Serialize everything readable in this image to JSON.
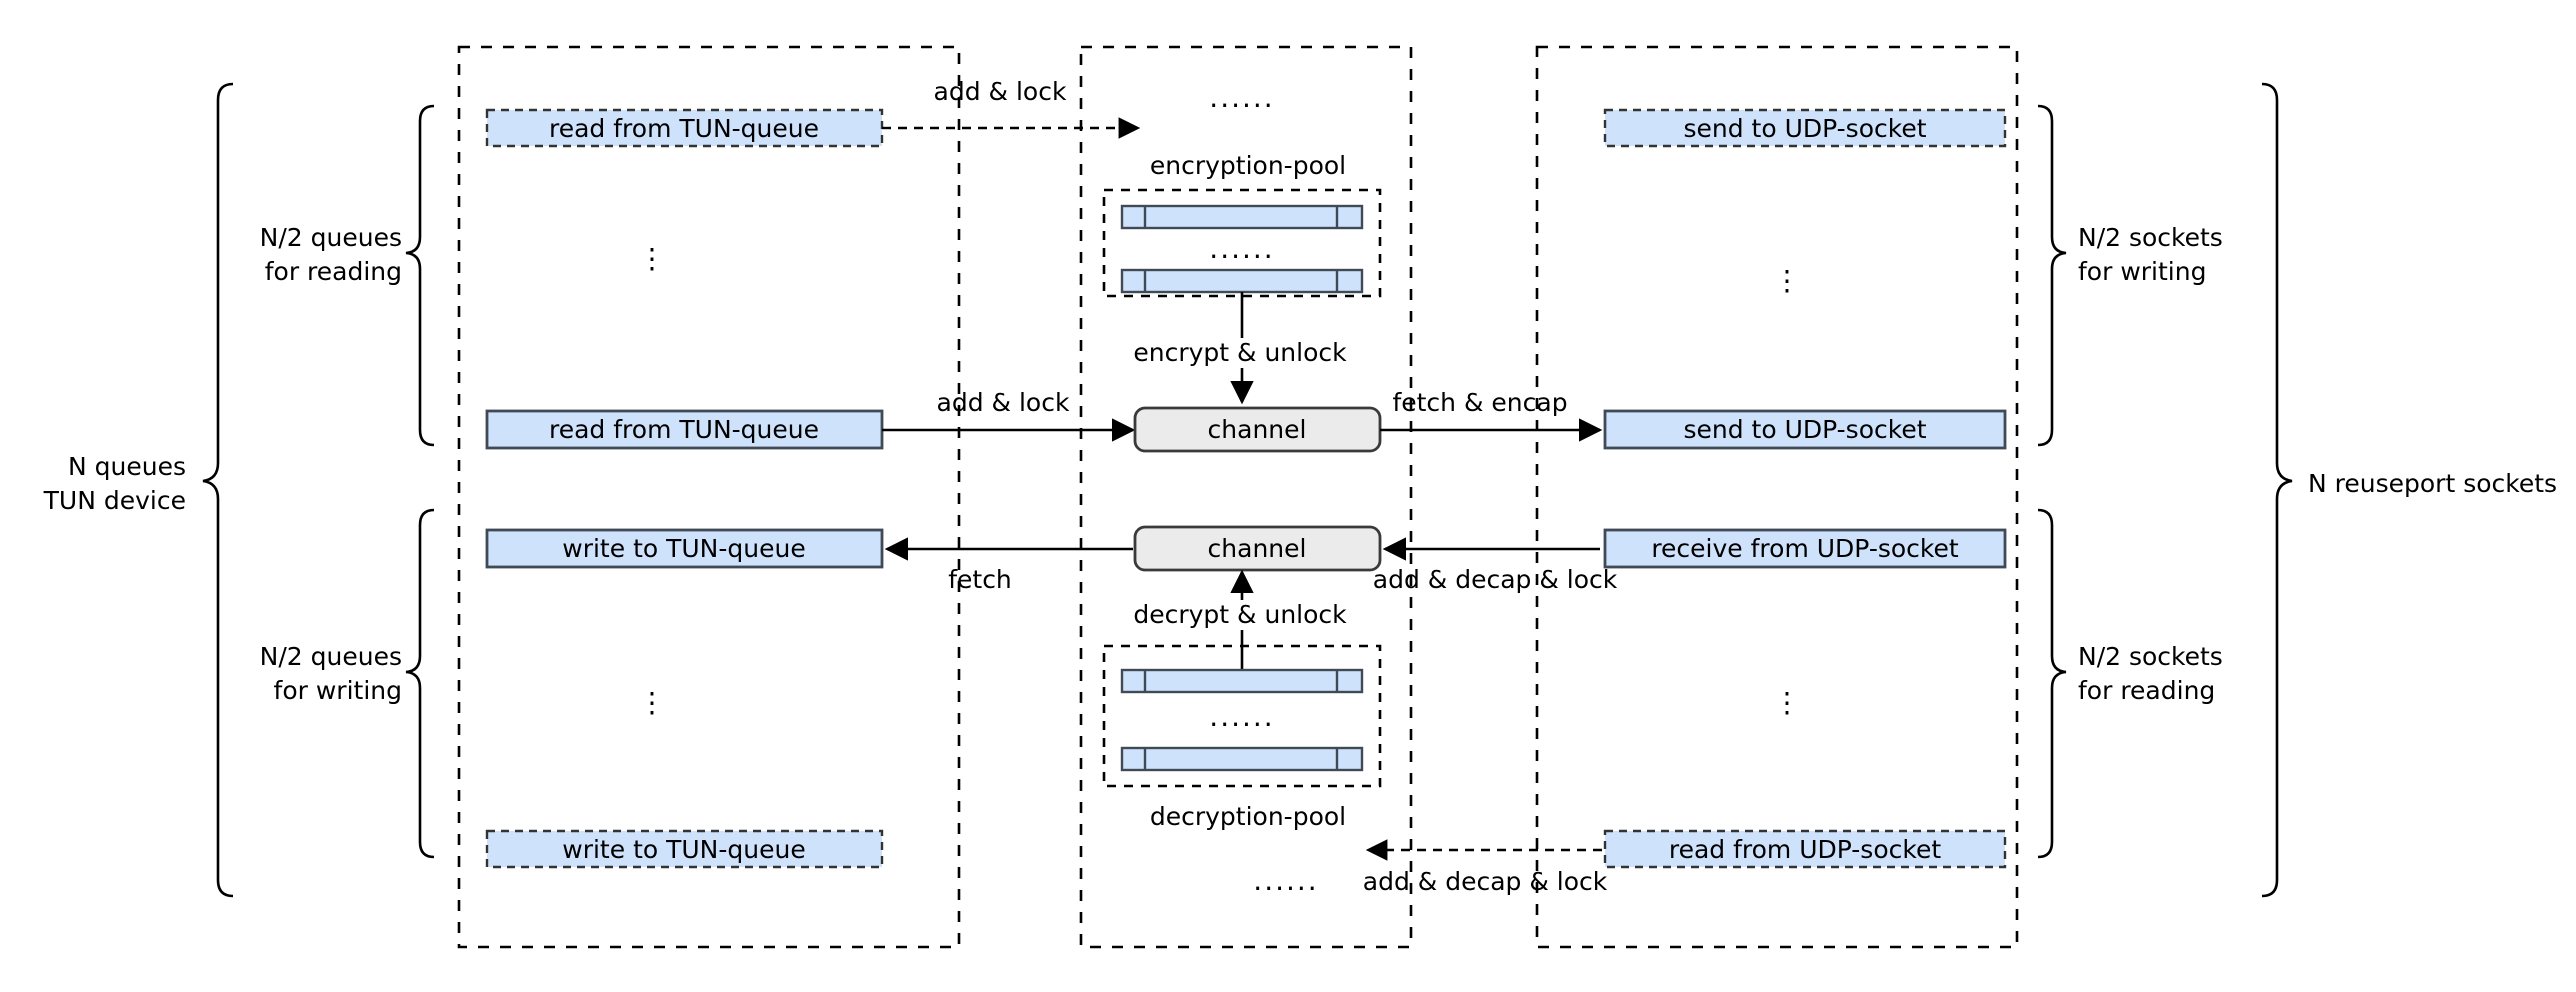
{
  "diagram": {
    "title": "TUN device / reuseport socket multi-queue encryption pipeline",
    "colors": {
      "box_fill": "#cfe2fb",
      "box_stroke": "#3f4a56",
      "channel_fill": "#ebebeb",
      "channel_stroke": "#3a3a3a",
      "line": "#000000",
      "background": "#ffffff"
    },
    "left_bracket": {
      "label_line1": "N queues",
      "label_line2": "TUN device"
    },
    "right_bracket": {
      "label": "N reuseport sockets"
    },
    "sub_brackets": [
      {
        "name": "queues-reading",
        "line1": "N/2 queues",
        "line2": "for reading"
      },
      {
        "name": "queues-writing",
        "line1": "N/2 queues",
        "line2": "for writing"
      },
      {
        "name": "sockets-writing",
        "line1": "N/2 sockets",
        "line2": "for writing"
      },
      {
        "name": "sockets-reading",
        "line1": "N/2 sockets",
        "line2": "for reading"
      }
    ],
    "boxes": {
      "read_tun_ghost": "read from TUN-queue",
      "read_tun_main": "read from TUN-queue",
      "write_tun_main": "write to TUN-queue",
      "write_tun_ghost": "write to TUN-queue",
      "send_udp_ghost": "send to UDP-socket",
      "send_udp_main": "send to UDP-socket",
      "receive_udp_main": "receive from UDP-socket",
      "read_udp_ghost": "read from UDP-socket",
      "channel_top": "channel",
      "channel_bottom": "channel"
    },
    "pools": {
      "encryption": "encryption-pool",
      "decryption": "decryption-pool"
    },
    "edge_labels": {
      "add_lock_top": "add & lock",
      "add_lock_main": "add & lock",
      "encrypt_unlock": "encrypt & unlock",
      "fetch_encap": "fetch & encap",
      "fetch": "fetch",
      "decrypt_unlock": "decrypt & unlock",
      "add_decap_lock_main": "add & decap & lock",
      "add_decap_lock_bottom": "add & decap & lock"
    },
    "ellipses": {
      "mid_top": "......",
      "mid_bottom": "......",
      "pool_enc": "......",
      "pool_dec": "......",
      "vertical": "⋮"
    }
  }
}
